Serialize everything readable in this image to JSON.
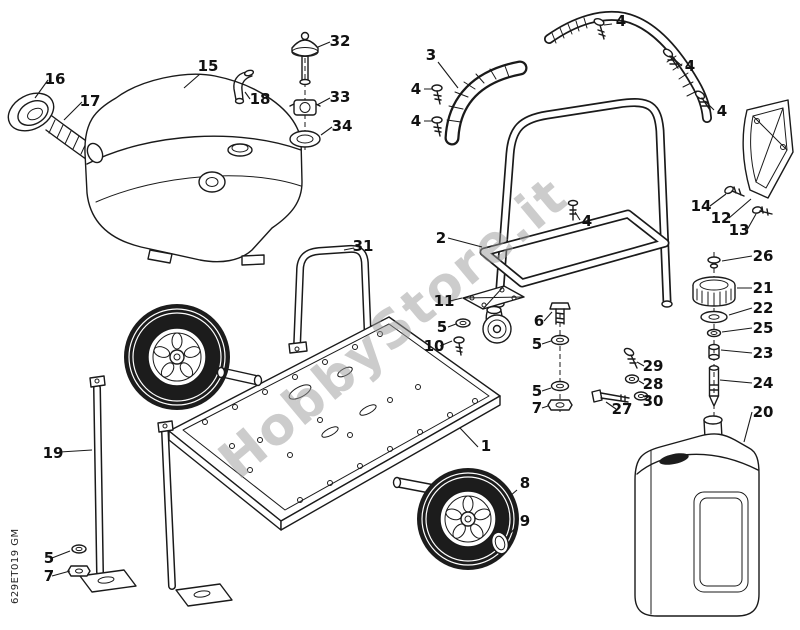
{
  "watermark": "HobbyStore.it",
  "doc_code": "629ET019 GM",
  "colors": {
    "line": "#1a1a1a",
    "background": "#ffffff",
    "watermark_gray": "#9a9a9a",
    "tire": "#1c1c1c"
  },
  "callouts": [
    "16",
    "17",
    "15",
    "32",
    "18",
    "33",
    "34",
    "3",
    "4",
    "4",
    "4",
    "4",
    "4",
    "14",
    "12",
    "13",
    "4",
    "2",
    "31",
    "26",
    "21",
    "22",
    "25",
    "23",
    "24",
    "20",
    "11",
    "5",
    "10",
    "6",
    "5",
    "29",
    "28",
    "5",
    "7",
    "27",
    "30",
    "1",
    "8",
    "9",
    "19",
    "5",
    "7"
  ]
}
